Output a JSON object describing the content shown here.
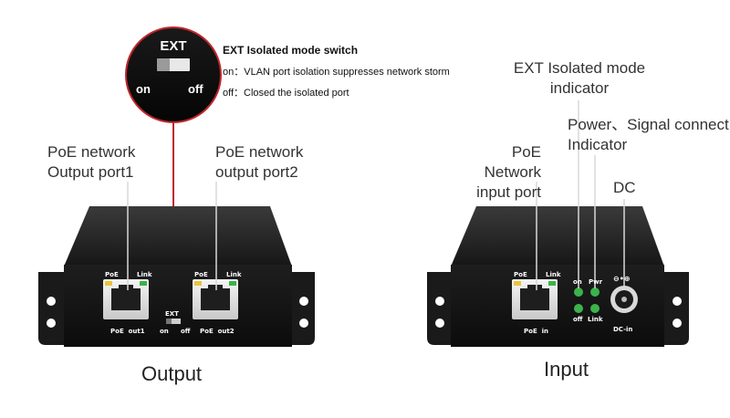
{
  "zoom": {
    "title": "EXT",
    "on_label": "on",
    "off_label": "off"
  },
  "ext_note": {
    "title": "EXT Isolated mode switch",
    "line_on": "on：VLAN port isolation suppresses network storm",
    "line_off": "off：Closed the isolated port"
  },
  "output_device": {
    "caption": "Output",
    "callout_port1": [
      "PoE network",
      "Output port1"
    ],
    "callout_port2": [
      "PoE network",
      "output port2"
    ],
    "port1": {
      "led_left": "PoE",
      "led_right": "Link",
      "name": "PoE  out1"
    },
    "port2": {
      "led_left": "PoE",
      "led_right": "Link",
      "name": "PoE  out2"
    },
    "switch": {
      "title": "EXT",
      "on": "on",
      "off": "off"
    }
  },
  "input_device": {
    "caption": "Input",
    "callout_input": [
      "PoE Network",
      "input port"
    ],
    "callout_ext": [
      "EXT Isolated mode",
      "indicator"
    ],
    "callout_power": [
      "Power、Signal connect",
      "Indicator"
    ],
    "callout_dc": "DC",
    "port": {
      "led_left": "PoE",
      "led_right": "Link",
      "name": "PoE  in"
    },
    "leds": {
      "on": "on",
      "pwr": "Pwr",
      "off": "off",
      "link": "Link"
    },
    "dc_label": "DC-in",
    "dc_symbol": "⊖•⊕"
  },
  "colors": {
    "device_body": "#1b1b1b",
    "device_front": "#111111",
    "led_green": "#3bb34a",
    "led_yellow": "#e6c53a",
    "callout_red": "#c0262d"
  }
}
